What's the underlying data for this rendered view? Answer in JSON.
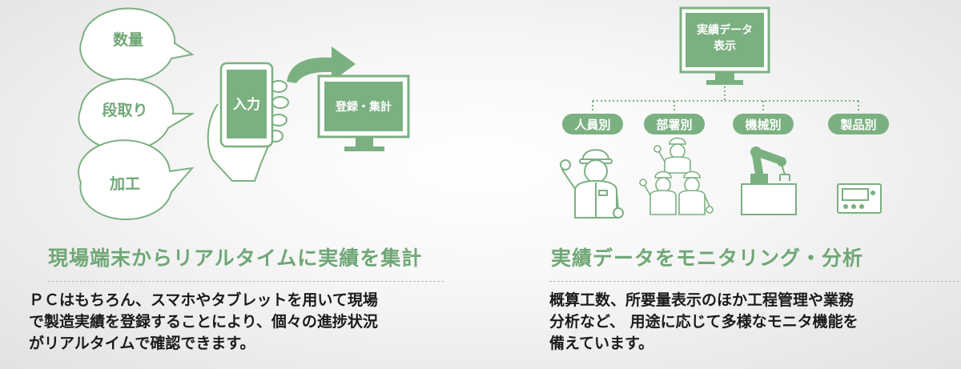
{
  "left": {
    "bubbles": [
      "数量",
      "段取り",
      "加工"
    ],
    "phone_label": "入力",
    "monitor_label": "登録・集計",
    "heading": "現場端末からリアルタイムに実績を集計",
    "description_lines": [
      "ＰＣはもちろん、スマホやタブレットを用いて現場",
      "で製造実績を登録することにより、個々の進捗状況",
      "がリアルタイムで確認できます。"
    ]
  },
  "right": {
    "monitor_label_lines": [
      "実績データ",
      "表示"
    ],
    "categories": [
      "人員別",
      "部署別",
      "機械別",
      "製品別"
    ],
    "heading": "実績データをモニタリング・分析",
    "description_lines": [
      "概算工数、所要量表示のほか工程管理や業務",
      "分析など、 用途に応じて多様なモニタ機能を",
      "備えています。"
    ]
  },
  "colors": {
    "accent_green": "#6fa776",
    "line_green": "#7bb081",
    "text_dark": "#1b1b1b"
  }
}
